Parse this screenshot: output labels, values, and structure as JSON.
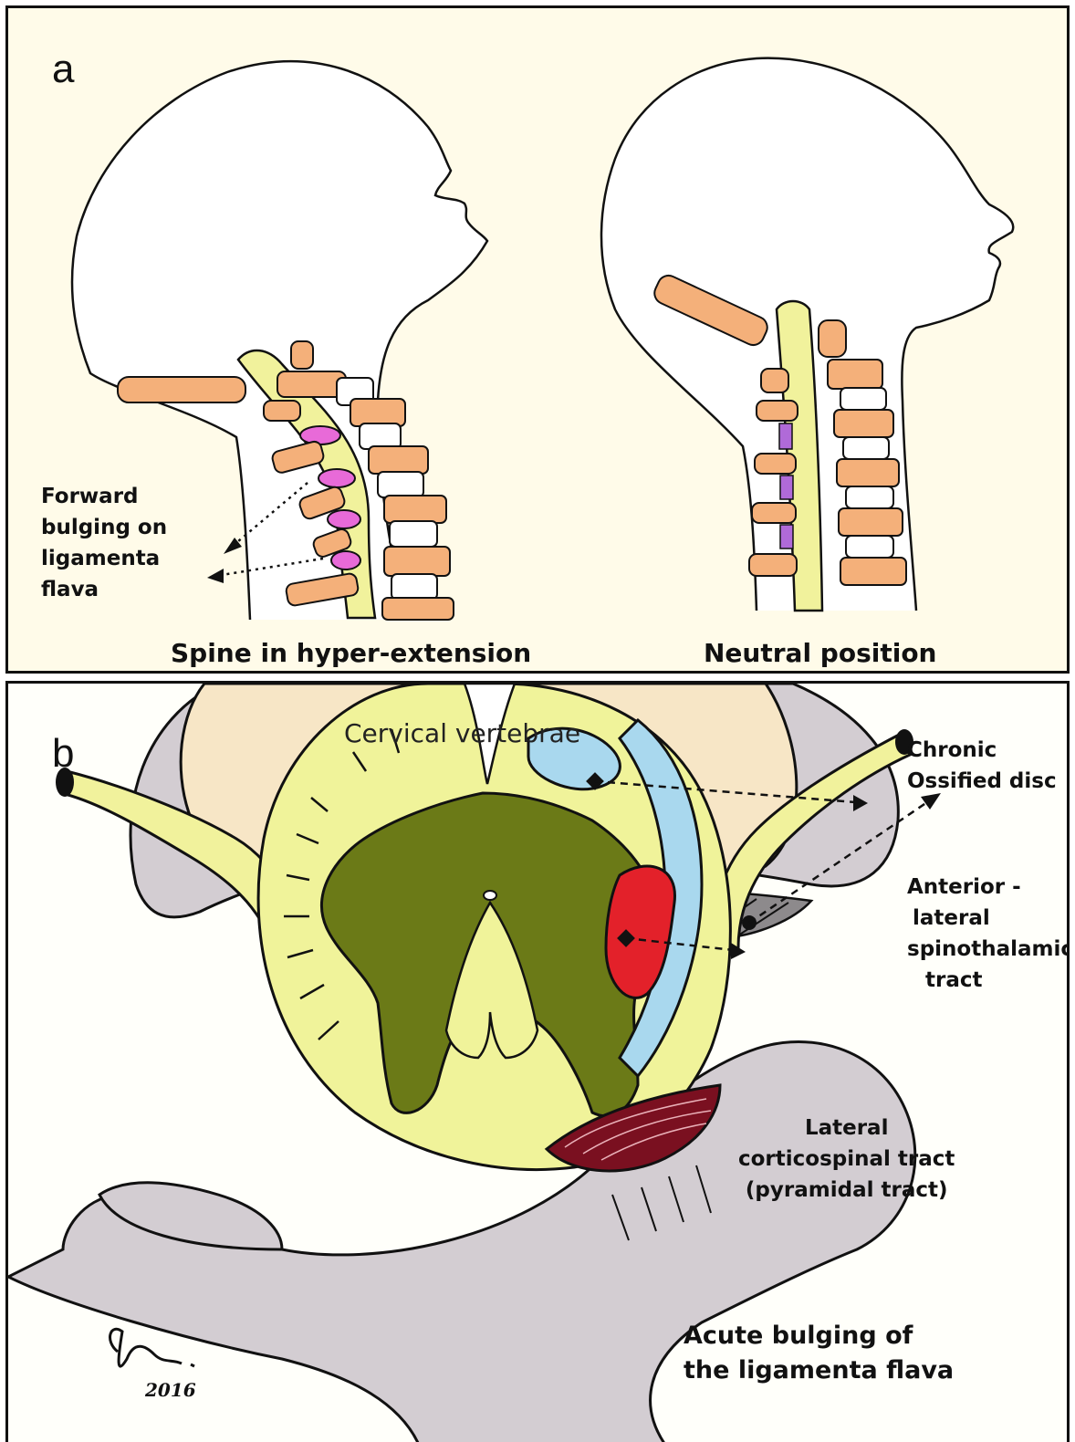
{
  "panel_a": {
    "letter": "a",
    "left_caption": "Spine in hyper-extension",
    "right_caption": "Neutral position",
    "annotation": [
      "Forward",
      "bulging  on",
      "ligamenta",
      "flava"
    ]
  },
  "panel_b": {
    "letter": "b",
    "vertebra_label": "Cervical vertebrae",
    "disc_label": [
      "Chronic",
      "Ossified disc"
    ],
    "spinothalamic_label": [
      "Anterior -",
      "lateral",
      "spinothalamic",
      "tract"
    ],
    "corticospinal_label": [
      "Lateral",
      "corticospinal tract",
      "(pyramidal tract)"
    ],
    "ligament_label": [
      "Acute bulging of",
      "the ligamenta flava"
    ],
    "signature": [
      "2016"
    ]
  },
  "colors": {
    "bone": "#f4b07a",
    "disc": "#ffffff",
    "cord": "#f1f29c",
    "ligament_bulge": "#e86ad8",
    "vertebral_body": "#f7e6c6",
    "bone_gray": "#d3cdd2",
    "gray_matter": "#6b7a17",
    "white_matter": "#f0f39a",
    "spinothalamic": "#a9d8ee",
    "corticospinal": "#e3212a",
    "ligamentum": "#7a1020"
  }
}
